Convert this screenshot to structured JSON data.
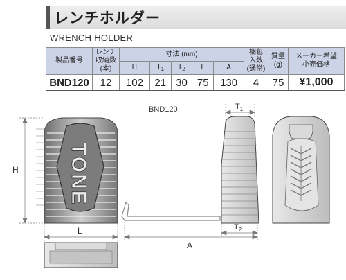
{
  "header": {
    "title": "レンチホルダー",
    "subtitle": "WRENCH HOLDER"
  },
  "spec_table": {
    "headers": {
      "code": "製品番号",
      "count": "レンチ\n収納数\n(本)",
      "dims": "寸法 (mm)",
      "pack": "梱包\n入数\n(通常)",
      "weight": "質量\n(g)",
      "price": "メーカー希望\n小売価格"
    },
    "dim_headers": [
      "H",
      "T1",
      "T2",
      "L",
      "A"
    ],
    "row": {
      "code": "BND120",
      "count": "12",
      "H": "102",
      "T1": "21",
      "T2": "30",
      "L": "75",
      "A": "130",
      "pack": "4",
      "weight": "75",
      "price": "¥1,000"
    }
  },
  "diagram": {
    "model_label": "BND120",
    "logo_text": "TONE",
    "dim_labels": {
      "H": "H",
      "L": "L",
      "A": "A",
      "T1": "T1",
      "T2": "T2"
    }
  }
}
